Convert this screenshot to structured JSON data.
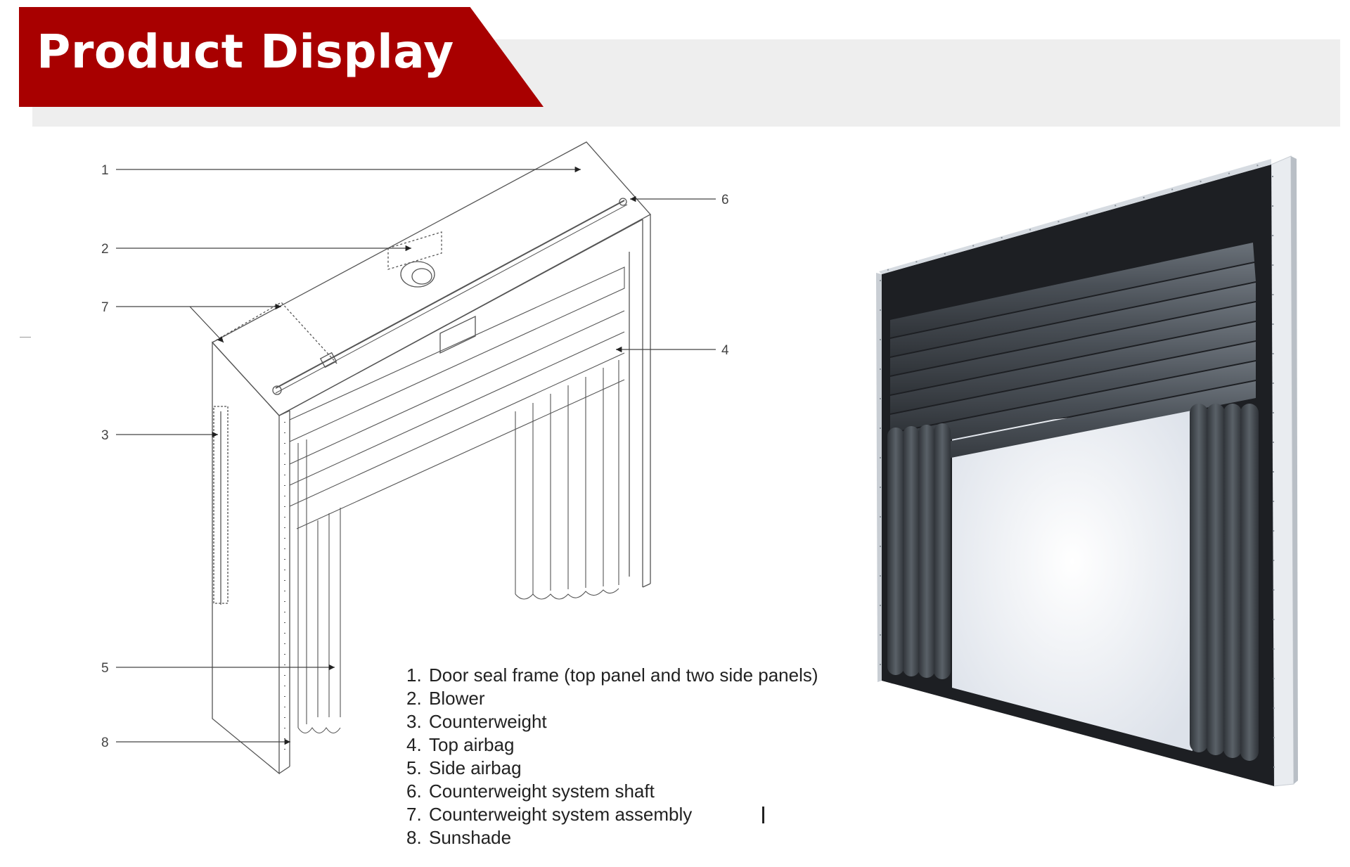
{
  "header": {
    "title": "Product Display",
    "banner_color": "#a80000",
    "strip_color": "#eeeeee"
  },
  "diagram": {
    "callouts": [
      "1",
      "2",
      "7",
      "3",
      "6",
      "4",
      "5",
      "8"
    ]
  },
  "legend": {
    "items": [
      {
        "num": "1.",
        "text": "Door seal frame (top panel and two side panels)"
      },
      {
        "num": "2.",
        "text": "Blower"
      },
      {
        "num": "3.",
        "text": "Counterweight"
      },
      {
        "num": "4.",
        "text": "Top airbag"
      },
      {
        "num": "5.",
        "text": "Side airbag"
      },
      {
        "num": "6.",
        "text": "Counterweight system shaft"
      },
      {
        "num": "7.",
        "text": "Counterweight system assembly"
      },
      {
        "num": "8.",
        "text": "Sunshade"
      }
    ]
  },
  "photo": {
    "frame_color": "#1d1f23",
    "airbag_color": "#4a5057",
    "opening_color": "#f4f6fa"
  }
}
